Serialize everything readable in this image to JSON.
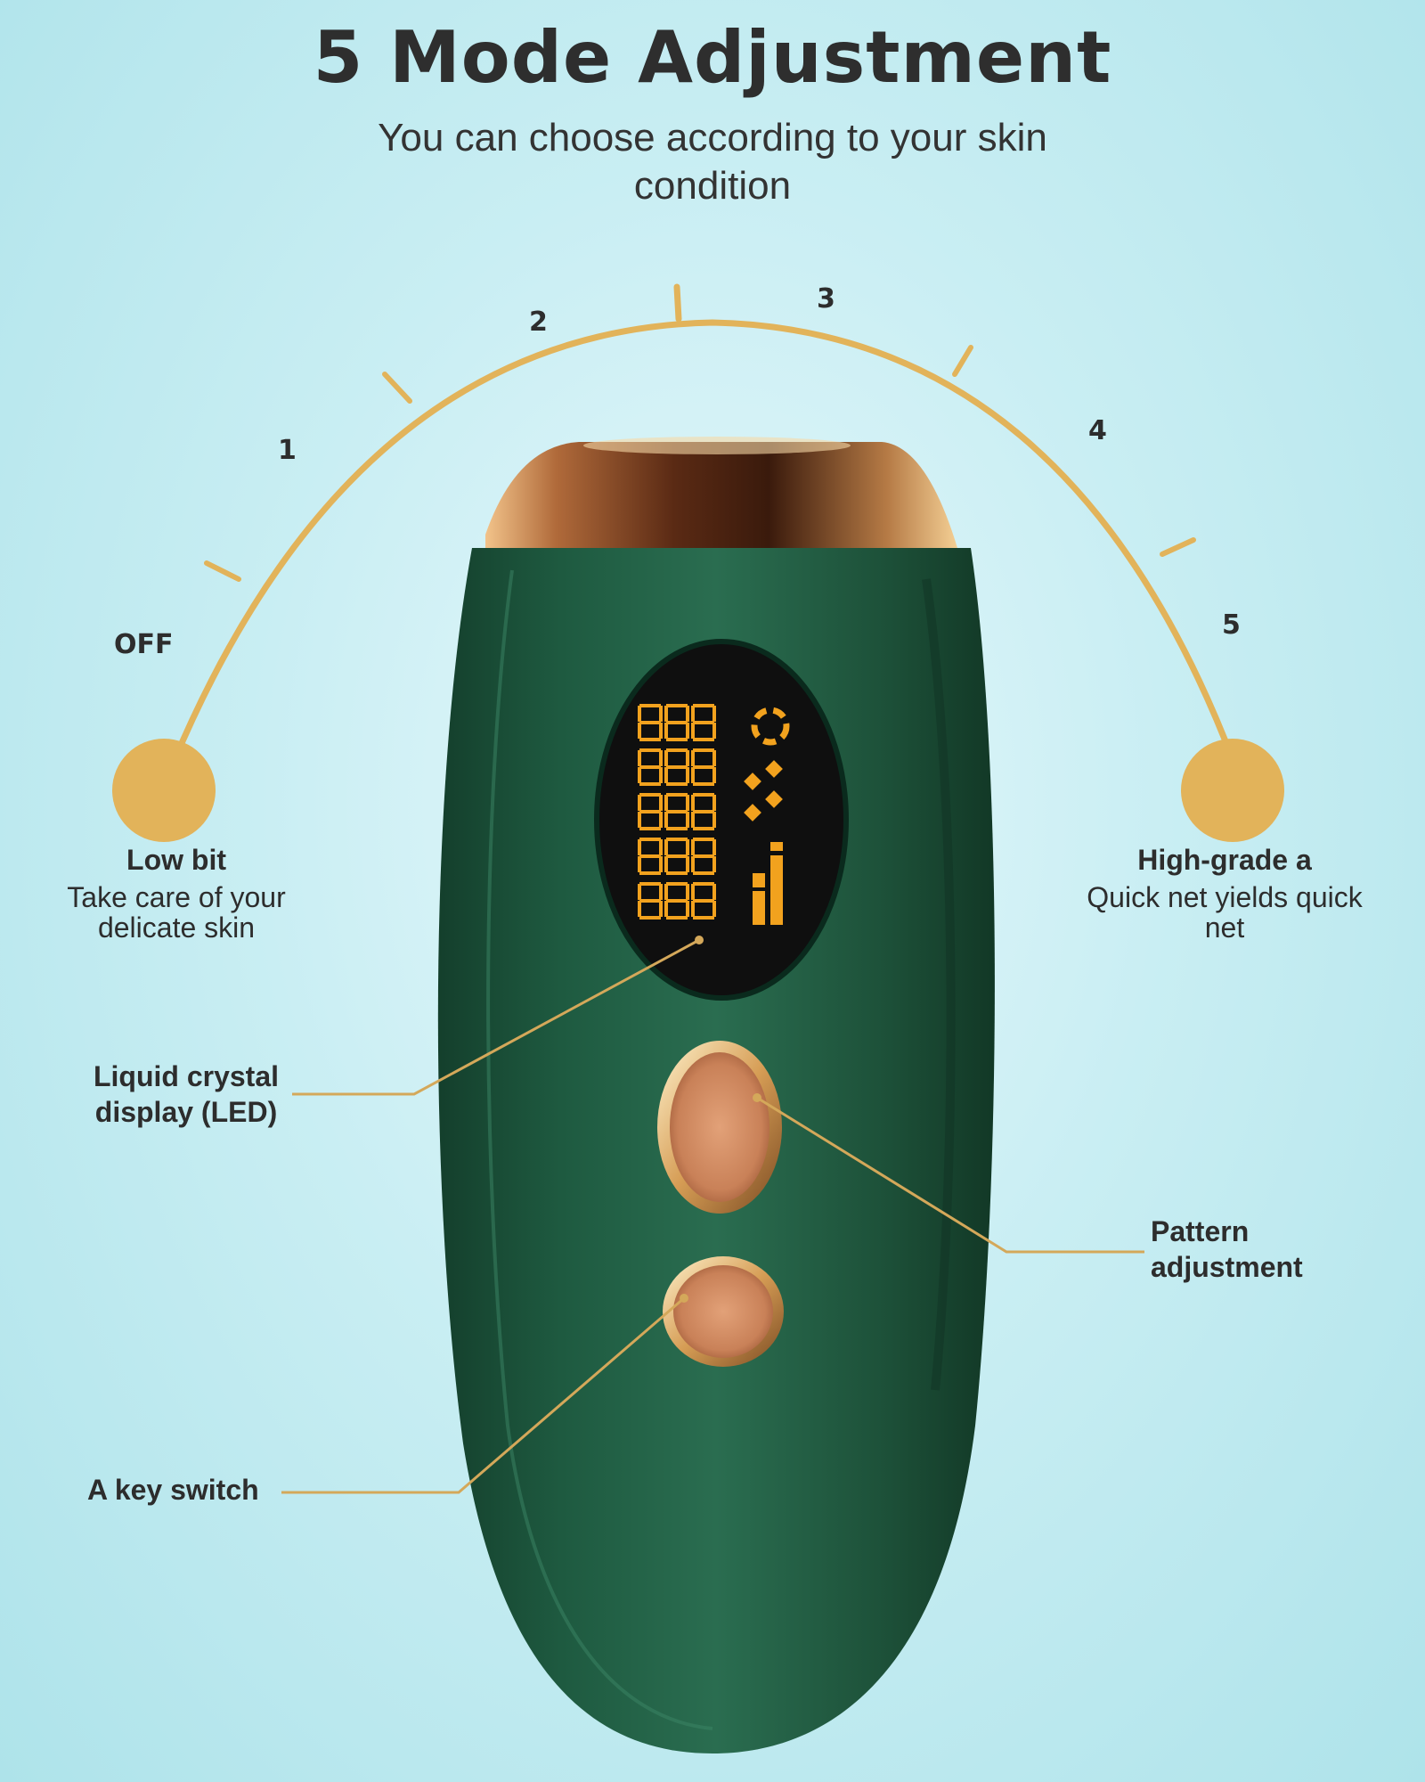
{
  "header": {
    "title": "5 Mode Adjustment",
    "subtitle": "You can choose according to your skin condition"
  },
  "dial": {
    "off_label": "OFF",
    "levels": [
      "1",
      "2",
      "3",
      "4",
      "5"
    ]
  },
  "low": {
    "heading": "Low bit",
    "description": "Take care of your delicate skin"
  },
  "high": {
    "heading": "High-grade a",
    "description": "Quick net yields quick net"
  },
  "callouts": {
    "display": "Liquid crystal display (LED)",
    "pattern": "Pattern adjustment",
    "switch": "A key switch"
  },
  "colors": {
    "gold": "#e2b35a",
    "device_green": "#1f5a40",
    "screen_orange": "#f2a21e"
  }
}
